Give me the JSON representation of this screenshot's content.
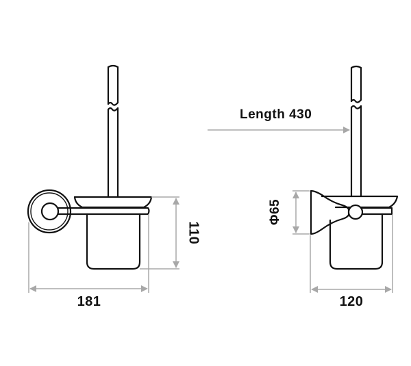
{
  "diagram": {
    "type": "technical dimension drawing",
    "subject": "wall-mounted toilet brush holder",
    "views": [
      {
        "name": "front-view",
        "dimensions": {
          "width": "181",
          "height": "110"
        }
      },
      {
        "name": "side-view",
        "dimensions": {
          "depth": "120",
          "plate_diameter": "Φ65",
          "length": "Length 430"
        }
      }
    ],
    "colors": {
      "outline": "#111111",
      "dimension_line": "#a8a8a8",
      "background": "#ffffff"
    }
  },
  "labels": {
    "front_width": "181",
    "front_height": "110",
    "side_depth": "120",
    "side_diameter": "Φ65",
    "brush_length": "Length 430"
  }
}
